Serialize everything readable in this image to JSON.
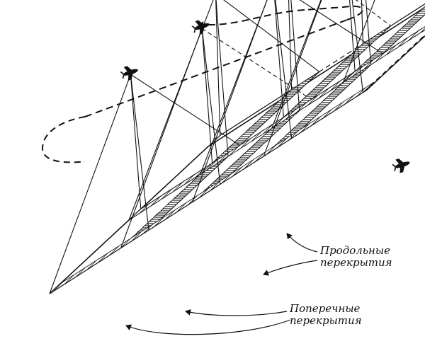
{
  "labels": {
    "longitudinal": [
      "Продольные",
      "перекрытия"
    ],
    "transverse": [
      "Поперечные",
      "перекрытия"
    ]
  },
  "colors": {
    "ink": "#111111",
    "background": "#ffffff"
  },
  "icons": [
    "airplane-icon"
  ]
}
